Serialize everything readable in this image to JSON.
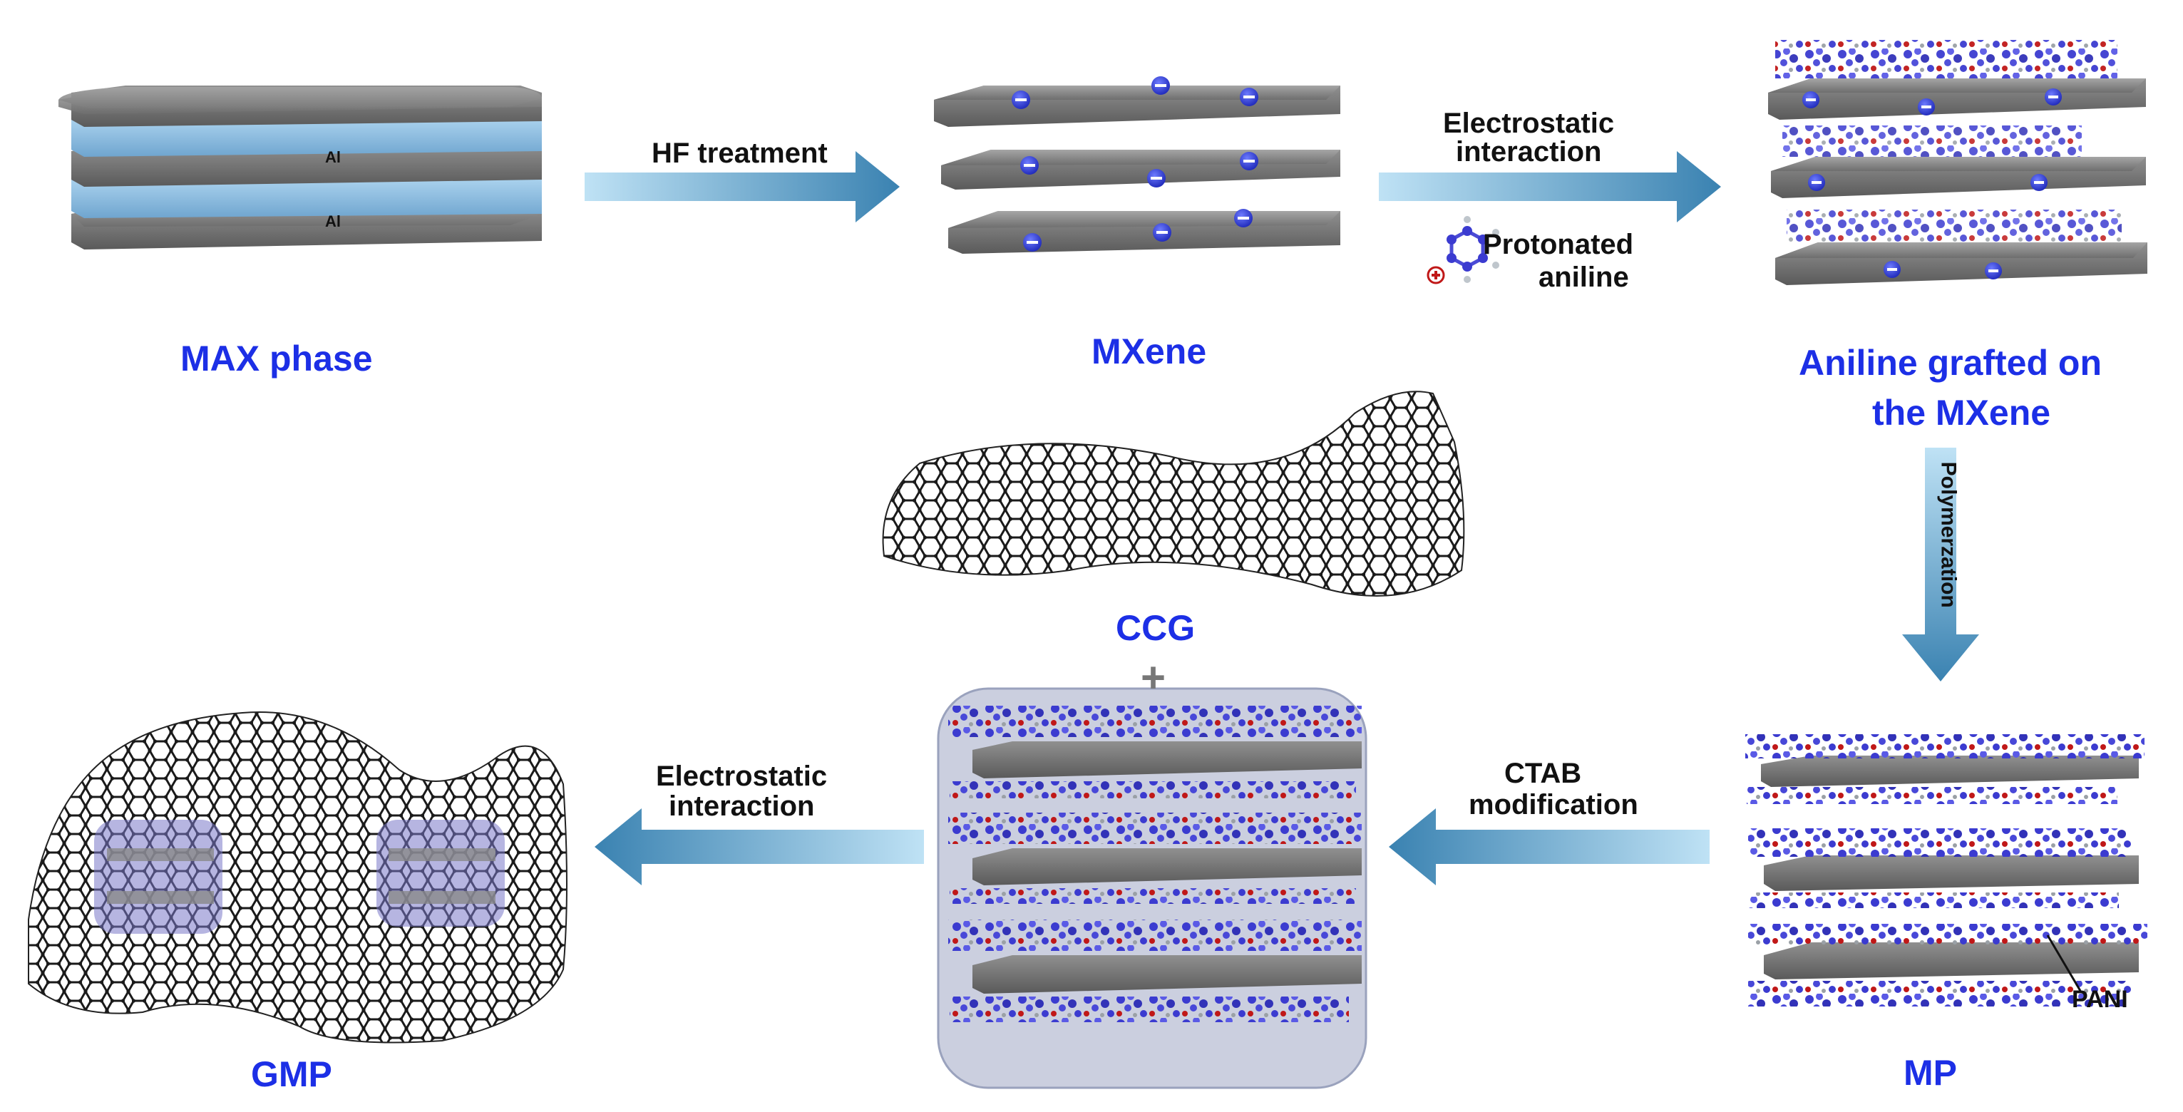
{
  "labels": {
    "max_phase": "MAX  phase",
    "mxene": "MXene",
    "aniline_grafted_line1": "Aniline grafted on",
    "aniline_grafted_line2": "the MXene",
    "ccg": "CCG",
    "gmp": "GMP",
    "mp": "MP",
    "al_1": "Al",
    "al_2": "Al",
    "pani": "PANI",
    "plus": "+"
  },
  "steps": {
    "hf_treatment": "HF treatment",
    "electrostatic_top_line1": "Electrostatic",
    "electrostatic_top_line2": "interaction",
    "protonated_line1": "Protonated",
    "protonated_line2": "aniline",
    "polymerization": "Polymerzation",
    "ctab_line1": "CTAB",
    "ctab_line2": "modification",
    "electrostatic_bottom_line1": "Electrostatic",
    "electrostatic_bottom_line2": "interaction"
  },
  "colors": {
    "title_blue": "#1c2fe6",
    "layer_grey": "#8a8a8a",
    "al_blue": "#9cc8ec",
    "arrow_light": "#b9def3",
    "arrow_dark": "#3f87b4",
    "molecule": "#3b3bd0",
    "oxygen": "#c01818"
  }
}
